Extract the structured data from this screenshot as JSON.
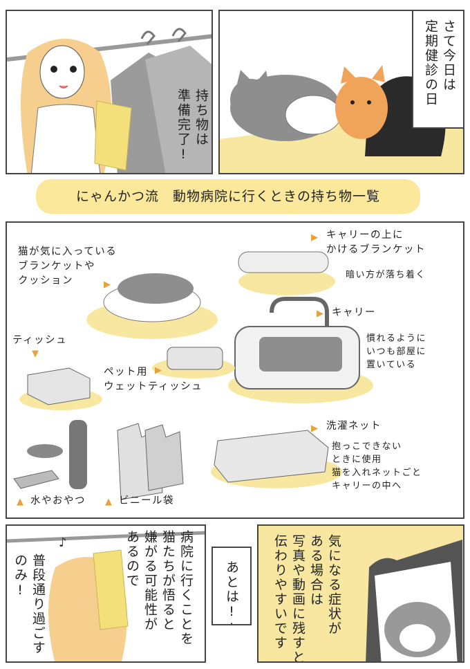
{
  "panel1": {
    "speech": "持ち物は\n準備完了!"
  },
  "panel2": {
    "caption": "さて今日は\n定期健診の日"
  },
  "title": "にゃんかつ流　動物病院に行くときの持ち物一覧",
  "items": [
    {
      "id": "blanket-cushion",
      "label": "猫が気に入っている\nブランケットや\nクッション"
    },
    {
      "id": "carrier-blanket",
      "label": "キャリーの上に\nかけるブランケット",
      "note": "暗い方が落ち着く"
    },
    {
      "id": "carrier",
      "label": "キャリー",
      "note": "慣れるように\nいつも部屋に\n置いている"
    },
    {
      "id": "tissue",
      "label": "ティッシュ"
    },
    {
      "id": "wet-tissue",
      "label": "ペット用\nウェットティッシュ"
    },
    {
      "id": "laundry-net",
      "label": "洗濯ネット",
      "note": "抱っこできない\nときに使用\n猫を入れネットごと\nキャリーの中へ"
    },
    {
      "id": "water-snack",
      "label": "水やおやつ"
    },
    {
      "id": "plastic-bag",
      "label": "ビニール袋"
    }
  ],
  "panel4": {
    "narration": "病院に行くことを\n猫たちが悟ると\n嫌がる可能性が\nあるので",
    "speech": "普段通り過ごす\nのみ!"
  },
  "panel5": {
    "text": "あとは!!"
  },
  "panel6": {
    "text": "気になる症状が\nある場合は\n写真や動画に残すと\n伝わりやすいです"
  },
  "colors": {
    "accent_yellow": "#fbe89a",
    "marker_orange": "#e6a23c",
    "hair": "#f6cf8f"
  }
}
